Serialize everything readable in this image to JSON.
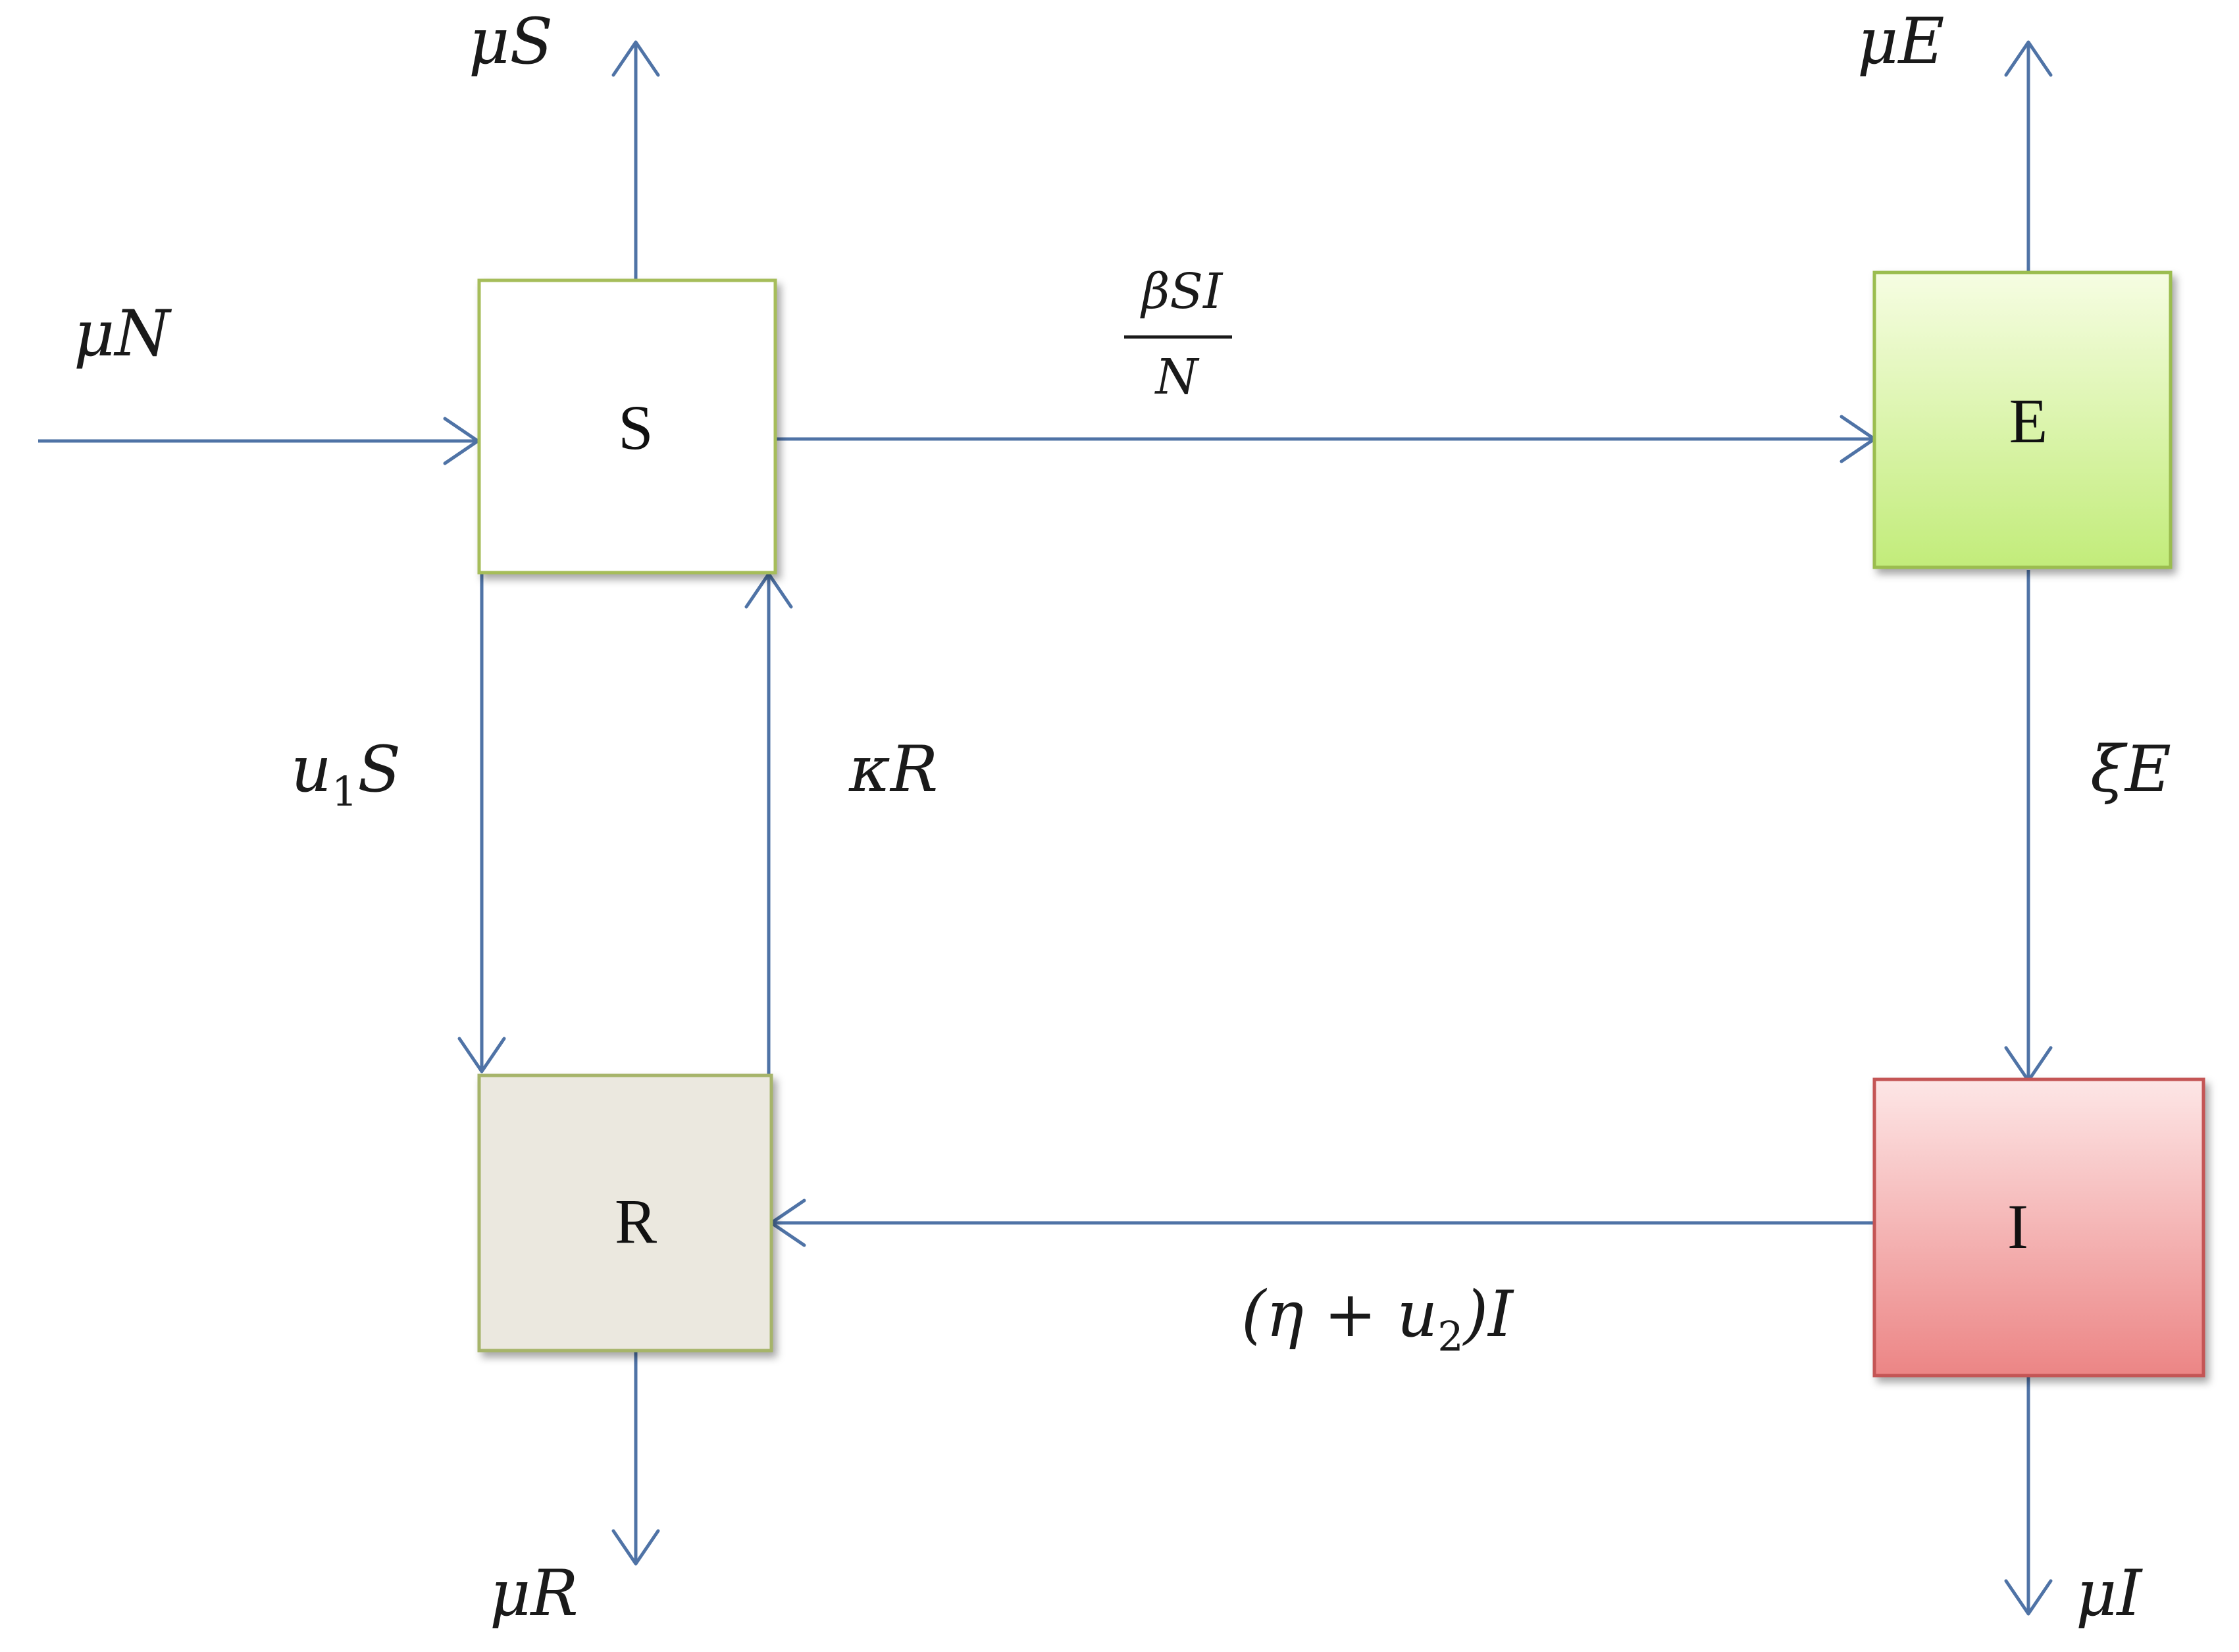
{
  "compartments": {
    "s": {
      "label": "S",
      "fill_top": "#ffffff",
      "fill_bottom": "#ffffff",
      "border": "#a6bd5a"
    },
    "e": {
      "label": "E",
      "fill_top": "#f6fde2",
      "fill_bottom": "#c2ec7a",
      "border": "#9bbd4f"
    },
    "i": {
      "label": "I",
      "fill_top": "#fde6e6",
      "fill_bottom": "#ec8585",
      "border": "#c45454"
    },
    "r": {
      "label": "R",
      "fill_top": "#ebe8df",
      "fill_bottom": "#ebe8df",
      "border": "#a6b46a"
    }
  },
  "rates": {
    "recruitment": "μN",
    "death_s": "μS",
    "death_e": "μE",
    "death_i": "μI",
    "death_r": "μR",
    "infection_numerator": "βSI",
    "infection_denominator": "N",
    "vaccination_u": "u",
    "vaccination_sub": "1",
    "vaccination_s": "S",
    "waning": "κR",
    "progression": "ξE",
    "recovery_open": "(η + u",
    "recovery_sub": "2",
    "recovery_close": ")I"
  },
  "colors": {
    "arrow": "#4f73a6",
    "box_shadow": "#9a9a9a"
  }
}
